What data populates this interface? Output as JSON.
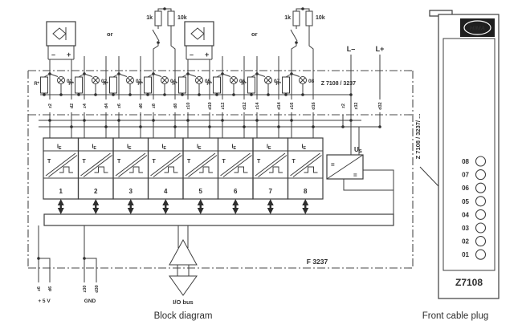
{
  "captions": {
    "left": "Block diagram",
    "right": "Front cable plug"
  },
  "top": {
    "or1": "or",
    "or2": "or",
    "res1k_a": "1k",
    "res10k_a": "10k",
    "res1k_b": "1k",
    "res10k_b": "10k",
    "l_minus": "L–",
    "l_plus": "L+",
    "sensor_minus": "–",
    "sensor_plus": "+"
  },
  "module": {
    "plug_code": "Z 7108 / 3237",
    "f_code": "F 3237",
    "io_bus": "I/O bus",
    "us_main": "U",
    "us_sub": "S",
    "ie_main": "I",
    "ie_sub": "E",
    "t_label": "T",
    "eq_left": "=",
    "eq_right": "=",
    "r_label": "R*",
    "plus5v": "+ 5 V",
    "gnd": "GND"
  },
  "channels": [
    {
      "num": "1",
      "lamp": "01",
      "t1": "z2",
      "t2": "d2"
    },
    {
      "num": "2",
      "lamp": "02",
      "t1": "z4",
      "t2": "d4"
    },
    {
      "num": "3",
      "lamp": "03",
      "t1": "z6",
      "t2": "d6"
    },
    {
      "num": "4",
      "lamp": "04",
      "t1": "z8",
      "t2": "d8"
    },
    {
      "num": "5",
      "lamp": "05",
      "t1": "z10",
      "t2": "d10"
    },
    {
      "num": "6",
      "lamp": "06",
      "t1": "z12",
      "t2": "d12"
    },
    {
      "num": "7",
      "lamp": "07",
      "t1": "z14",
      "t2": "d14"
    },
    {
      "num": "8",
      "lamp": "08",
      "t1": "z16",
      "t2": "d16"
    }
  ],
  "right_terminals": [
    "z2",
    "z32",
    "d32"
  ],
  "bottom_terminals": [
    "z6",
    "d6",
    "z30",
    "d30"
  ],
  "plug": {
    "brand": "HIMA",
    "model": "Z7108",
    "side_label": "Z 7108 / 3237/ ...",
    "leds": [
      "08",
      "07",
      "06",
      "05",
      "04",
      "03",
      "02",
      "01"
    ]
  },
  "colors": {
    "line": "#3d3d3d",
    "badge": "#1f1f1f",
    "paper": "#ffffff"
  }
}
